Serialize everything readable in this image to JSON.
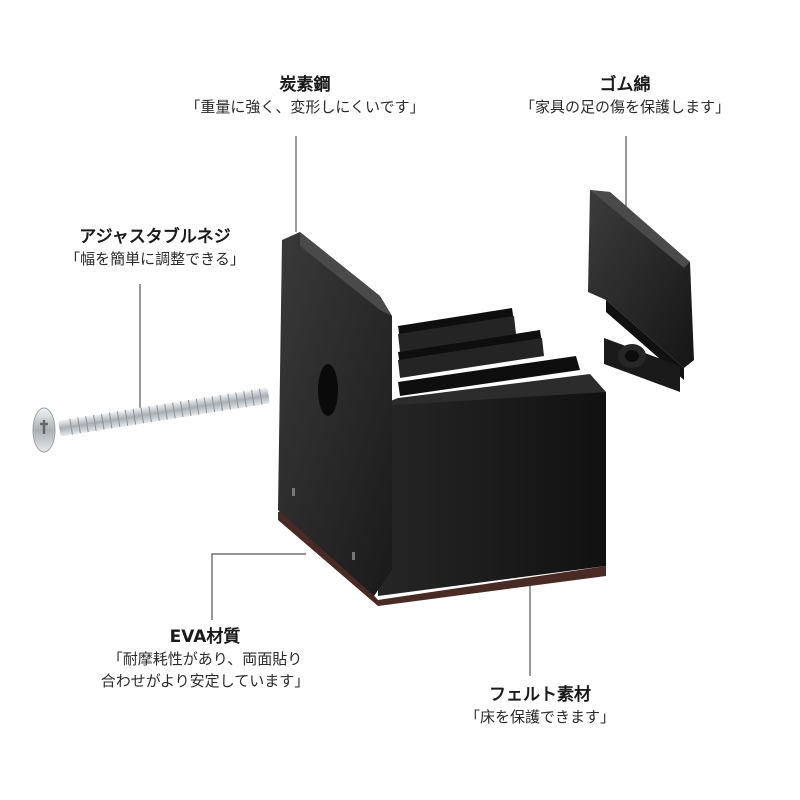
{
  "callouts": {
    "carbon_steel": {
      "title": "炭素鋼",
      "desc": "「重量に強く、変形しにくいです」"
    },
    "rubber_sponge": {
      "title": "ゴム綿",
      "desc": "「家具の足の傷を保護します」"
    },
    "adjust_screw": {
      "title": "アジャスタブルネジ",
      "desc": "「幅を簡単に調整できる」"
    },
    "eva": {
      "title": "EVA材質",
      "desc_line1": "「耐摩耗性があり、両面貼り",
      "desc_line2": "合わせがより安定しています」"
    },
    "felt": {
      "title": "フェルト素材",
      "desc": "「床を保護できます」"
    }
  },
  "colors": {
    "body": "#1c1c1c",
    "body_light": "#2e2e2e",
    "felt": "#4a2a24",
    "leader": "#555555",
    "screw": "#c8ccd0"
  }
}
